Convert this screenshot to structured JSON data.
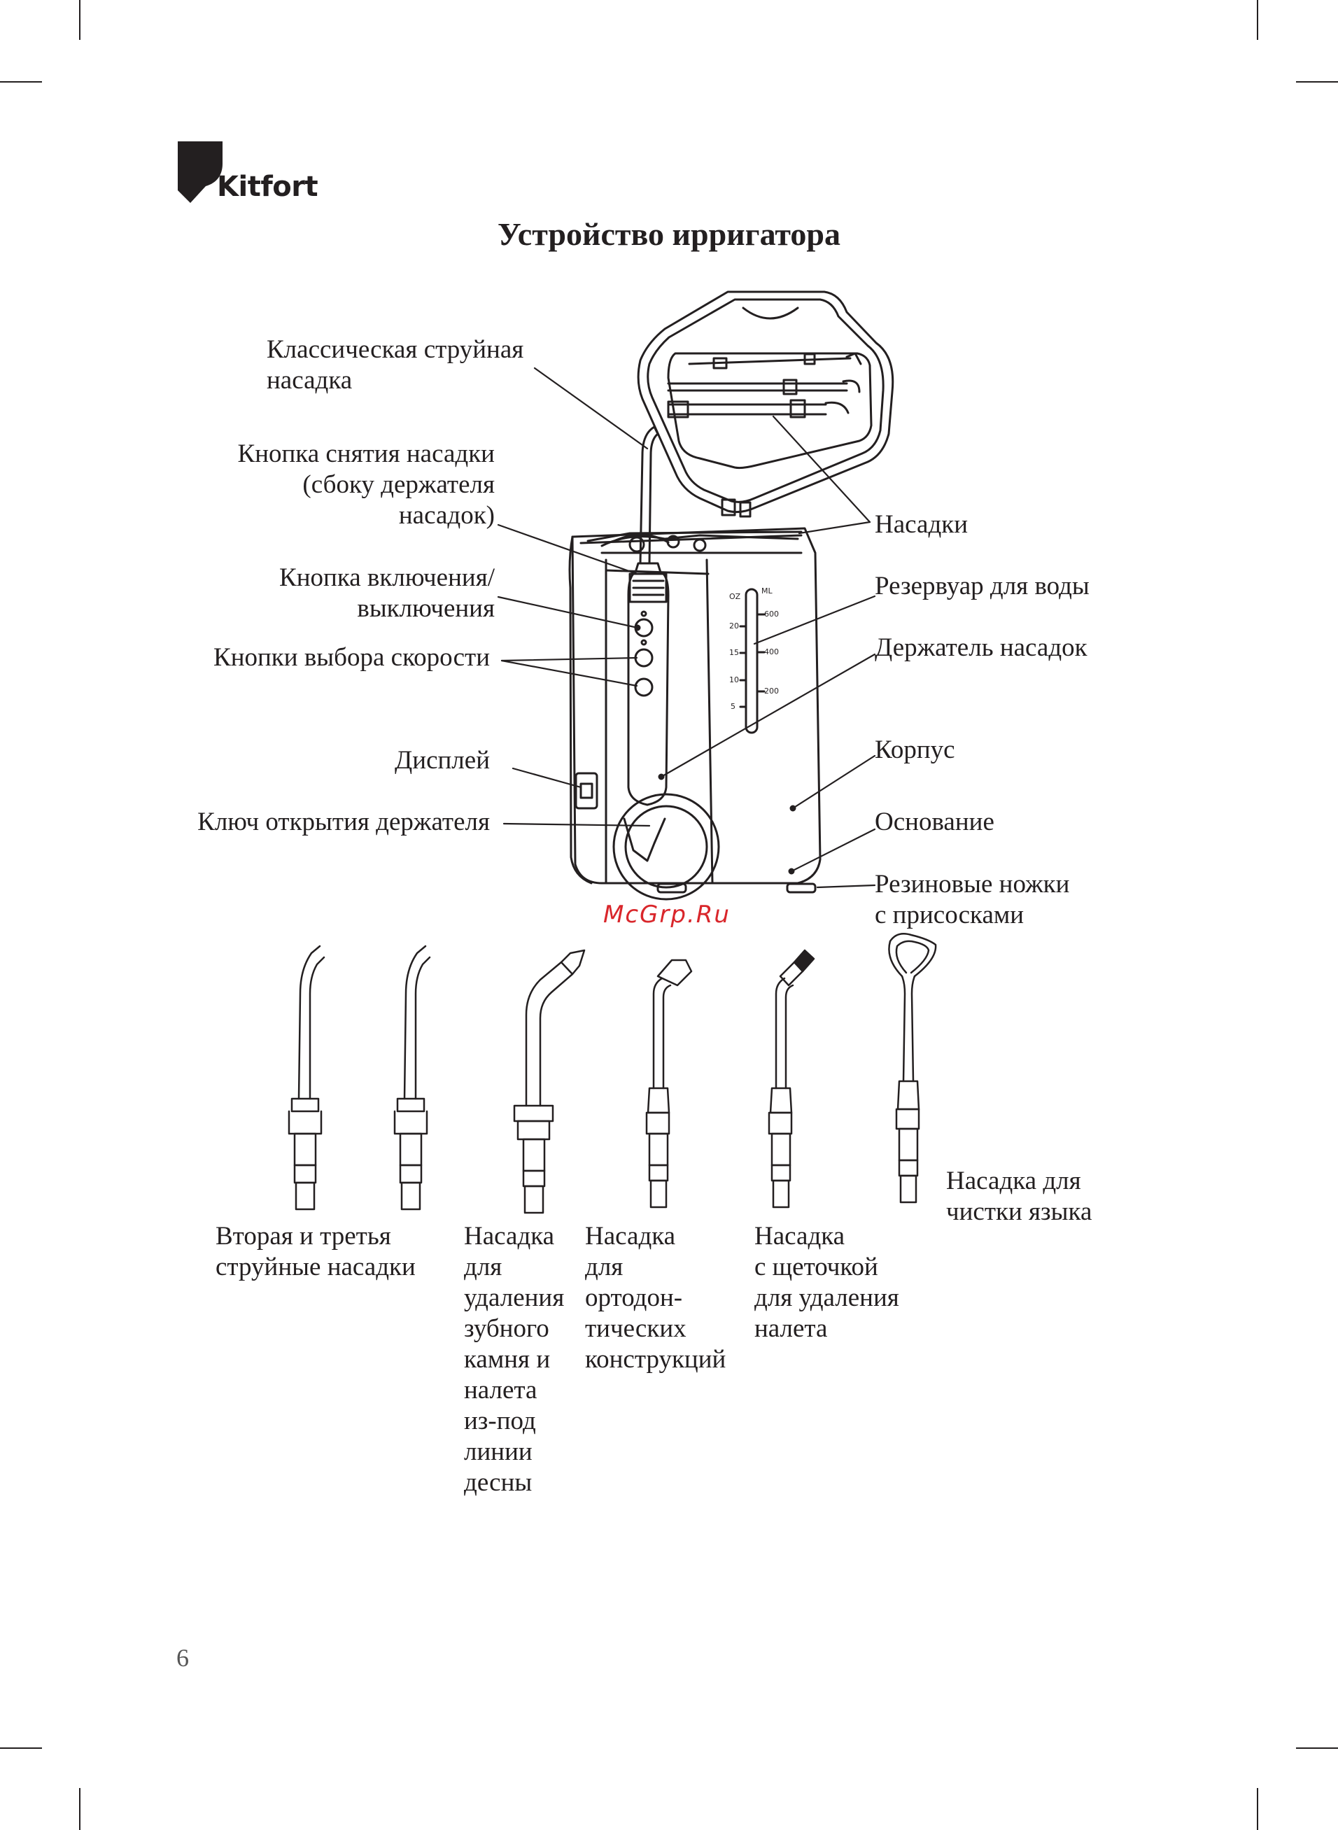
{
  "brand": {
    "logo_text": "Kitfort"
  },
  "page_title": "Устройство ирригатора",
  "callouts": {
    "classic_nozzle": [
      "Классическая струйная",
      "насадка"
    ],
    "nozzle_release_button": [
      "Кнопка снятия насадки",
      "(сбоку держателя",
      "насадок)"
    ],
    "power_button": [
      "Кнопка включения/",
      "выключения"
    ],
    "speed_buttons": [
      "Кнопки выбора скорости"
    ],
    "display": [
      "Дисплей"
    ],
    "holder_key": [
      "Ключ открытия держателя"
    ],
    "nozzles": [
      "Насадки"
    ],
    "water_tank": [
      "Резервуар для воды"
    ],
    "nozzle_holder": [
      "Держатель насадок"
    ],
    "body": [
      "Корпус"
    ],
    "base": [
      "Основание"
    ],
    "rubber_feet": [
      "Резиновые ножки",
      "с присосками"
    ]
  },
  "scale": {
    "oz_header": "OZ",
    "ml_header": "ML",
    "oz_ticks": [
      "20",
      "15",
      "10",
      "5"
    ],
    "ml_ticks": [
      "600",
      "400",
      "200"
    ]
  },
  "watermark": "McGrp.Ru",
  "nozzle_captions": {
    "second_third_jet": [
      "Вторая и третья",
      "струйные насадки"
    ],
    "tartar": [
      "Насадка",
      "для",
      "удаления",
      "зубного",
      "камня и",
      "налета",
      "из-под",
      "линии",
      "десны"
    ],
    "orthodontic": [
      "Насадка",
      "для",
      "ортодон-",
      "тических",
      "конструкций"
    ],
    "brush": [
      "Насадка",
      "с щеточкой",
      "для удаления",
      "налета"
    ],
    "tongue": [
      "Насадка для",
      "чистки языка"
    ]
  },
  "page_number": "6",
  "colors": {
    "ink": "#231f20",
    "watermark": "#d9262b"
  }
}
